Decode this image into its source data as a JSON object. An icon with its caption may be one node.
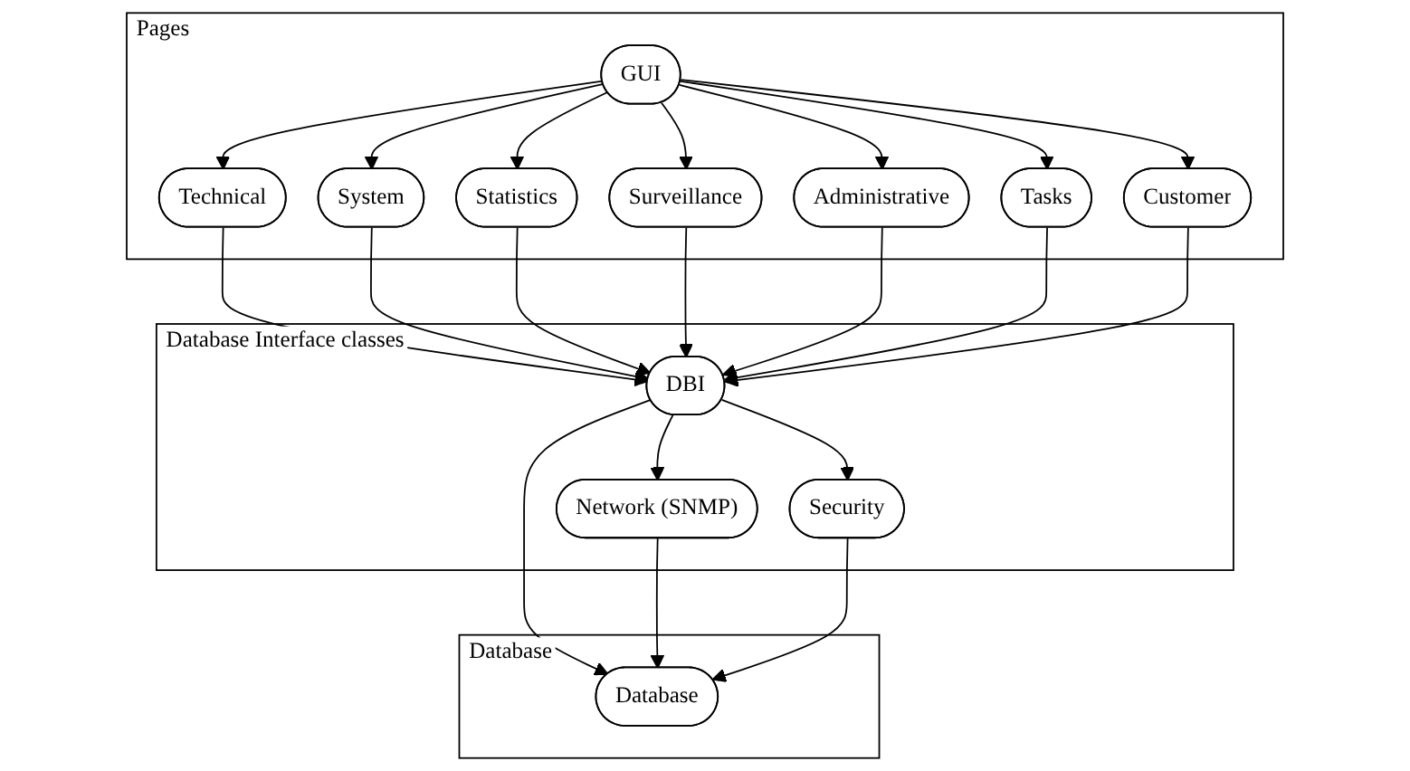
{
  "diagram": {
    "nodes": [
      {
        "text": [
          "Pages"
        ]
      },
      {
        "text": [
          "GUI"
        ],
        "in": 0
      },
      {
        "text": [
          "Technical"
        ],
        "in": 0
      },
      {
        "text": [
          "System"
        ],
        "in": 0
      },
      {
        "text": [
          "Statistics"
        ],
        "in": 0
      },
      {
        "text": [
          "Surveillance"
        ],
        "in": 0
      },
      {
        "text": [
          "Administrative"
        ],
        "in": 0
      },
      {
        "text": [
          "Tasks"
        ],
        "in": 0
      },
      {
        "text": [
          "Customer"
        ],
        "in": 0
      },
      {
        "text": [
          "Database Interface classes"
        ]
      },
      {
        "text": [
          "DBI"
        ],
        "in": 9
      },
      {
        "text": [
          "Network (SNMP)"
        ],
        "in": 9
      },
      {
        "text": [
          "Security"
        ],
        "in": 9
      },
      {
        "text": [
          "Database"
        ]
      },
      {
        "text": [
          "Database"
        ],
        "in": 13
      }
    ],
    "edges": [
      {
        "from": 1,
        "to": 2,
        "arrow": "to"
      },
      {
        "from": 1,
        "to": 3,
        "arrow": "to"
      },
      {
        "from": 1,
        "to": 4,
        "arrow": "to"
      },
      {
        "from": 1,
        "to": 5,
        "arrow": "to"
      },
      {
        "from": 1,
        "to": 6,
        "arrow": "to"
      },
      {
        "from": 1,
        "to": 7,
        "arrow": "to"
      },
      {
        "from": 1,
        "to": 8,
        "arrow": "to"
      },
      {
        "from": 2,
        "to": 10,
        "arrow": "to"
      },
      {
        "from": 3,
        "to": 10,
        "arrow": "to"
      },
      {
        "from": 4,
        "to": 10,
        "arrow": "to"
      },
      {
        "from": 5,
        "to": 10,
        "arrow": "to"
      },
      {
        "from": 6,
        "to": 10,
        "arrow": "to"
      },
      {
        "from": 7,
        "to": 10,
        "arrow": "to"
      },
      {
        "from": 8,
        "to": 10,
        "arrow": "to"
      },
      {
        "from": 10,
        "to": 11,
        "arrow": "to"
      },
      {
        "from": 10,
        "to": 12,
        "arrow": "to"
      },
      {
        "from": 10,
        "to": 14,
        "arrow": "to"
      },
      {
        "from": 11,
        "to": 14,
        "arrow": "to"
      },
      {
        "from": 12,
        "to": 14,
        "arrow": "to"
      }
    ]
  }
}
